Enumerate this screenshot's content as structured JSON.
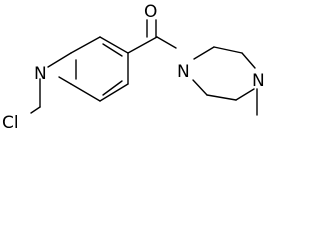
{
  "molecule": {
    "atoms": {
      "chlorine": "Cl",
      "pyridine_nitrogen": "N",
      "carbonyl_oxygen": "O",
      "amide_nitrogen": "N",
      "methyl_nitrogen": "N"
    }
  }
}
